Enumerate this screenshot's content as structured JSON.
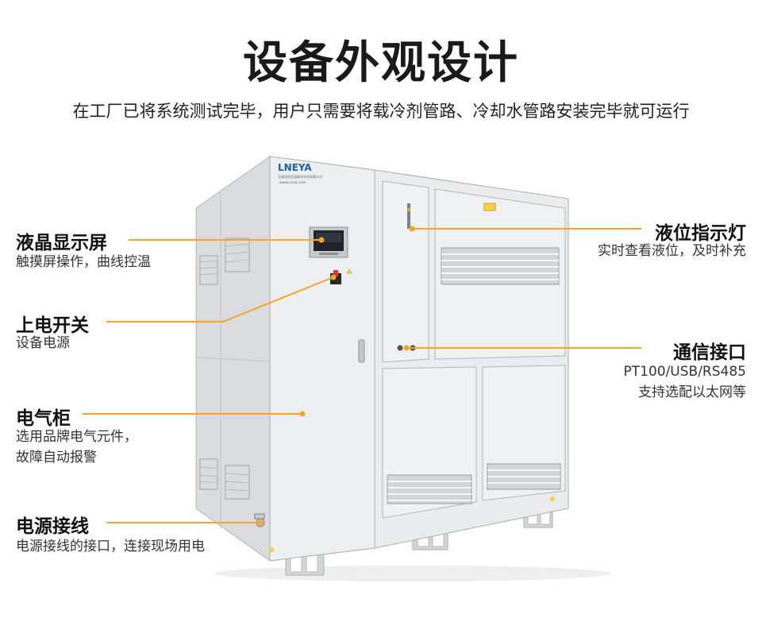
{
  "title": "设备外观设计",
  "subtitle": "在工厂已将系统测试完毕，用户只需要将载冷剂管路、冷却水管路安装完毕就可运行",
  "brand": {
    "logo": "LNEYA",
    "tagline": "无锡冠亚恒温制冷技术有限公司",
    "url": "www.cnzlj.com"
  },
  "colors": {
    "accent": "#f5a623",
    "cabinet": "#e9eaec",
    "cabinet_side": "#d6d8db",
    "vent": "#9a9da2"
  },
  "callouts": {
    "lcd": {
      "title": "液晶显示屏",
      "desc": "触摸屏操作，曲线控温"
    },
    "power_switch": {
      "title": "上电开关",
      "desc": "设备电源"
    },
    "cabinet": {
      "title": "电气柜",
      "desc_line1": "选用品牌电气元件，",
      "desc_line2": "故障自动报警"
    },
    "power_wiring": {
      "title": "电源接线",
      "desc": "电源接线的接口，连接现场用电"
    },
    "level_indicator": {
      "title": "液位指示灯",
      "desc": "实时查看液位，及时补充"
    },
    "comm_port": {
      "title": "通信接口",
      "desc_line1": "PT100/USB/RS485",
      "desc_line2": "支持选配以太网等"
    }
  }
}
